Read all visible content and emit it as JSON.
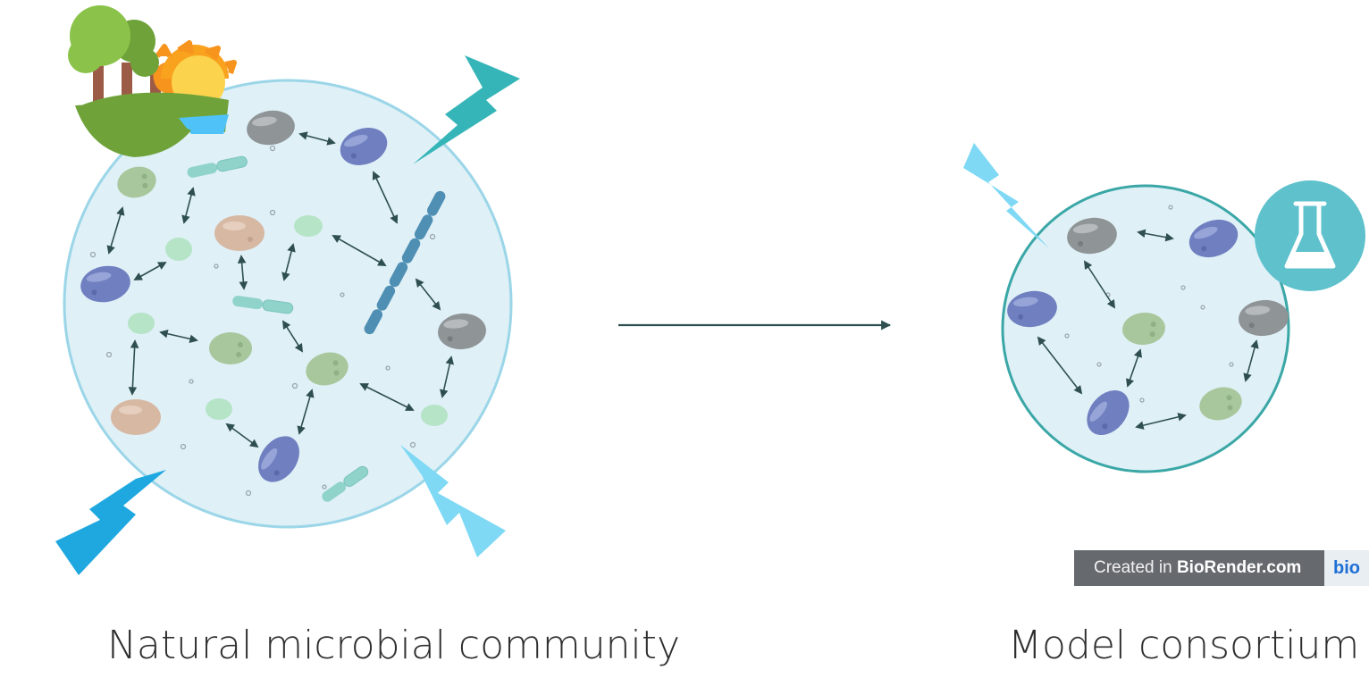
{
  "captions": {
    "left": "Natural microbial community",
    "right": "Model consortium"
  },
  "badge": {
    "prefix": "Created in ",
    "brand": "BioRender.com",
    "logo": "bio"
  },
  "icons": {
    "environment": "landscape-trees-sun-icon",
    "lab": "flask-icon",
    "stress": "lightning-bolt-icon"
  },
  "colors": {
    "community_fill": "#dff0f7",
    "community_border_left": "#9bd6e8",
    "community_border_right": "#3aa7a6",
    "arrow": "#2f4f4f",
    "cell_grey": "#8f9497",
    "cell_blue": "#6f7fc0",
    "cell_green": "#a8c79c",
    "cell_tan": "#d7b8a3",
    "cell_mint": "#b5e4c6",
    "rod_teal": "#8fd3cb",
    "rod_blue": "#4f8fb4",
    "bolt_teal": "#36b5b8",
    "bolt_blue": "#1fa8e0",
    "bolt_light": "#7fd9f5",
    "flask_badge": "#5ec1cc"
  }
}
